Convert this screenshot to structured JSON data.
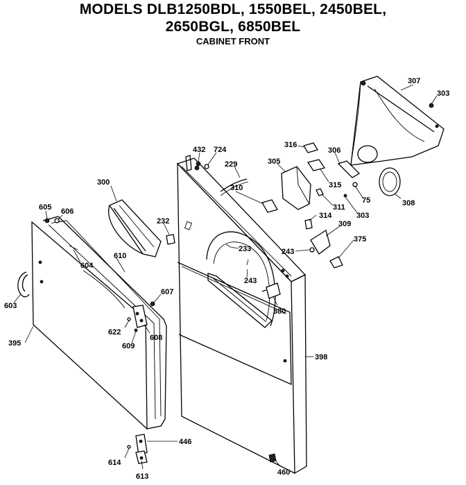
{
  "header": {
    "line1": "MODELS DLB1250BDL, 1550BEL, 2450BEL,",
    "line2": "2650BGL, 6850BEL",
    "line3": "CABINET FRONT"
  },
  "parts": {
    "p307": "307",
    "p303a": "303",
    "p316": "316",
    "p306": "306",
    "p432": "432",
    "p724": "724",
    "p229": "229",
    "p305": "305",
    "p315": "315",
    "p308": "308",
    "p75": "75",
    "p310": "310",
    "p311": "311",
    "p303b": "303",
    "p300": "300",
    "p314": "314",
    "p605": "605",
    "p606": "606",
    "p232": "232",
    "p309": "309",
    "p375": "375",
    "p604": "604",
    "p610": "610",
    "p233": "233",
    "p243a": "243",
    "p243b": "243",
    "p603": "603",
    "p607": "607",
    "p380": "380",
    "p622": "622",
    "p608": "608",
    "p395": "395",
    "p609": "609",
    "p398": "398",
    "p446": "446",
    "p614": "614",
    "p613": "613",
    "p460": "460"
  }
}
